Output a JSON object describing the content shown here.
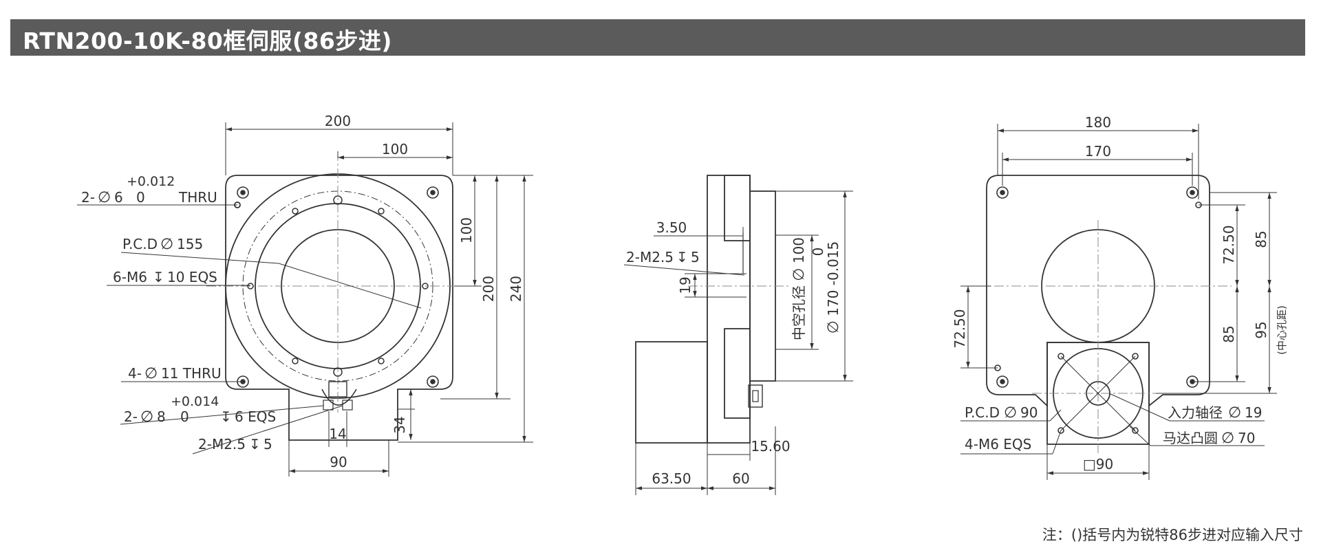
{
  "title": "RTN200-10K-80框伺服(86步进)",
  "front_view": {
    "dim_width": "200",
    "dim_half_width": "100",
    "dim_half_height": "100",
    "dim_hole_height": "200",
    "dim_total_height": "240",
    "hole_prefix": "2-",
    "hole_dia": "6",
    "hole_tol_upper": "+0.012",
    "hole_tol_lower": "0",
    "hole_thru": "THRU",
    "pcd": "P.C.D",
    "pcd_value": "155",
    "thread_spec": "6-M6",
    "thread_depth": "10 EQS",
    "corner_holes_prefix": "4-",
    "corner_holes": "11 THRU",
    "pin_prefix": "2-",
    "pin_dia": "8",
    "pin_tol_upper": "+0.014",
    "pin_tol_lower": "0",
    "pin_depth": "6 EQS",
    "m25_spec": "2-M2.5",
    "m25_depth": "5",
    "dim_tab_width": "90",
    "dim_tab_inner": "14",
    "dim_tab_height": "34"
  },
  "side_view": {
    "dim_step": "3.50",
    "m25_spec": "2-M2.5",
    "m25_depth": "5",
    "dim_19": "19",
    "bore_label": "中空孔径",
    "bore_value": "100",
    "spigot_value": "170",
    "spigot_tol_upper": "0",
    "spigot_tol_lower": "-0.015",
    "dim_15_60": "15.60",
    "dim_63_50": "63.50",
    "dim_60": "60"
  },
  "back_view": {
    "dim_180": "180",
    "dim_170": "170",
    "dim_72_50_right": "72.50",
    "dim_85_top": "85",
    "dim_85_bottom": "85",
    "dim_95": "95",
    "center_distance": "(中心孔距)",
    "dim_72_50_left": "72.50",
    "pcd": "P.C.D",
    "pcd_value": "90",
    "mount_spec": "4-M6 EQS",
    "input_shaft": "入力轴径",
    "input_shaft_value": "19",
    "motor_boss": "马达凸圆",
    "motor_boss_value": "70",
    "flange_prefix": "□",
    "flange_value": "90"
  },
  "note": "注：()括号内为锐特86步进对应输入尺寸",
  "colors": {
    "title_bg": "#5b5b5b",
    "line": "#333333",
    "center_line": "#888888"
  }
}
